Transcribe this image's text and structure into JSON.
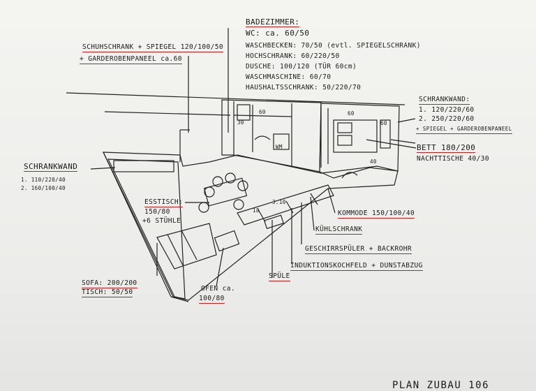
{
  "bathroom": {
    "title": "BADEZIMMER:",
    "wc": "WC: ca. 60/50",
    "washbasin": "WASCHBECKEN: 70/50 (evtl. SPIEGELSCHRANK)",
    "tall_cabinet": "HOCHSCHRANK: 60/220/50",
    "shower": "DUSCHE: 100/120 (TÜR 60cm)",
    "washer": "WASCHMASCHINE: 60/70",
    "utility_cabinet": "HAUSHALTSSCHRANK: 50/220/70"
  },
  "shoe_cabinet": {
    "line1": "SCHUHSCHRANK + SPIEGEL 120/100/50",
    "line2": "+ GARDEROBENPANEEL ca.60"
  },
  "wardrobe_right": {
    "title": "SCHRANKWAND:",
    "item1": "1. 120/220/60",
    "item2": "2. 250/220/60",
    "item3": "+ SPIEGEL + GARDEROBENPANEEL"
  },
  "bed": {
    "line1": "BETT 180/200",
    "line2": "NACHTTISCHE 40/30"
  },
  "wardrobe_left": {
    "title": "SCHRANKWAND",
    "item1": "1. 110/220/40",
    "item2": "2. 160/100/40"
  },
  "dining": {
    "title": "ESSTISCH:",
    "size": "150/80",
    "chairs": "+6 STÜHLE"
  },
  "dresser": "KOMMODE 150/100/40",
  "fridge": "KÜHLSCHRANK",
  "dishwasher": "GESCHIRRSPÜLER + BACKROHR",
  "cooktop": "INDUKTIONSKOCHFELD + DUNSTABZUG",
  "sink": "SPÜLE",
  "sofa": {
    "line1": "SOFA: 200/200",
    "line2": "TISCH: 50/50"
  },
  "stove": {
    "line1": "OFEN ca.",
    "line2": "100/80"
  },
  "plan_title": "PLAN ZUBAU 106",
  "dims": {
    "d60a": "60",
    "d60b": "60",
    "d60c": "60",
    "d30": "30",
    "d310": "3.10",
    "d18": "18",
    "wm": "WM",
    "d40": "40"
  },
  "colors": {
    "underline": "#d21a1a",
    "ink": "#1a1a1a"
  }
}
